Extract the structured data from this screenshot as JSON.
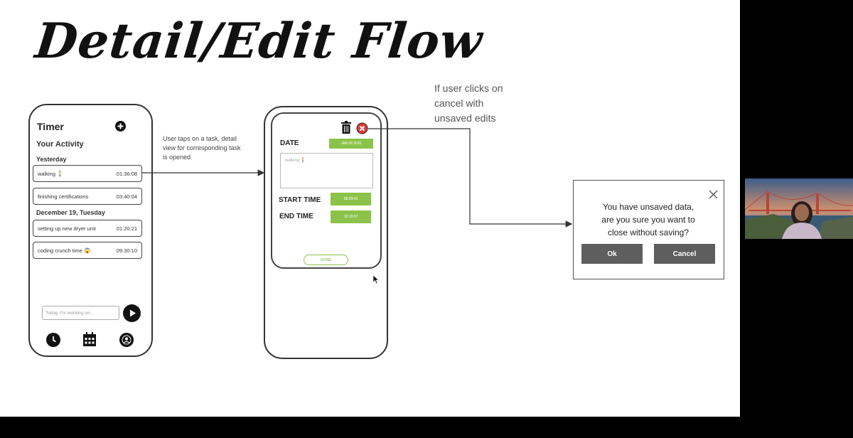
{
  "slide": {
    "title": "Detail/Edit Flow"
  },
  "phone1": {
    "app_title": "Timer",
    "section_title": "Your Activity",
    "group1": "Yesterday",
    "group2": "December 19, Tuesday",
    "tasks": [
      {
        "name": "walking 🚶",
        "time": "01:36:08"
      },
      {
        "name": "finishing certifications",
        "time": "03:40:04"
      },
      {
        "name": "setting up new dryer unit",
        "time": "01:20:21"
      },
      {
        "name": "coding crunch time 😱",
        "time": "09:30:10"
      }
    ],
    "input_placeholder": "Today, I'm working on...",
    "icons": [
      "add-icon",
      "play-icon",
      "clock-icon",
      "calendar-icon",
      "profile-icon"
    ]
  },
  "annotation1": {
    "line1": "User taps on a task, detail",
    "line2": "view for corresponding task",
    "line3": "is opened"
  },
  "phone2": {
    "date_label": "DATE",
    "date_value": "JAN 18 2026",
    "notes_value": "walking 🚶",
    "start_label": "START TIME",
    "start_value": "08:29:43",
    "end_label": "END TIME",
    "end_value": "10:13:07",
    "done_label": "DONE",
    "icons": [
      "trash-icon",
      "cancel-icon"
    ]
  },
  "annotation2": {
    "line1": "If user clicks on",
    "line2": "cancel with",
    "line3": "unsaved edits"
  },
  "dialog": {
    "line1": "You have unsaved data,",
    "line2": "are you sure you want to",
    "line3": "close without saving?",
    "ok_label": "Ok",
    "cancel_label": "Cancel"
  },
  "colors": {
    "accent_green": "#8bc34a",
    "cancel_red": "#e53935",
    "dialog_button": "#5e5e5e"
  }
}
